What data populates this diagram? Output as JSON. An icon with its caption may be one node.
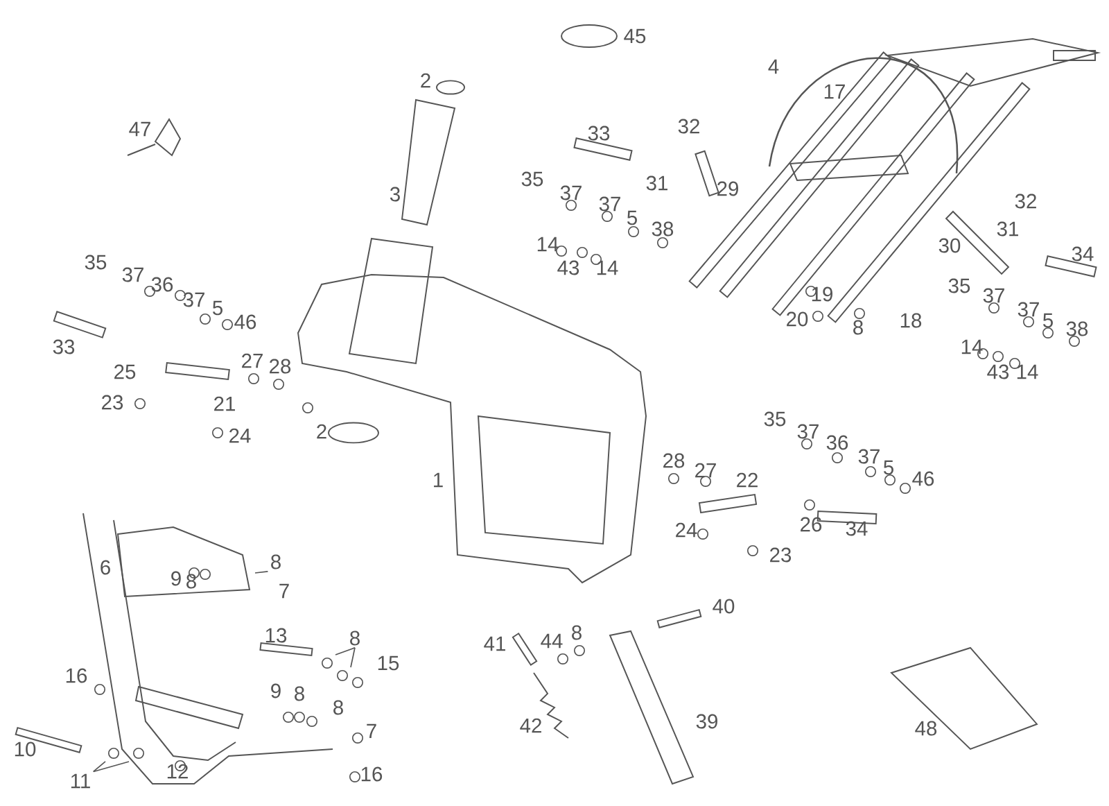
{
  "diagram": {
    "nodes": [
      {
        "text": [
          "8"
        ]
      },
      {
        "text": [
          "8"
        ]
      },
      {
        "text": [
          "11"
        ]
      }
    ],
    "edges": [
      {
        "from": 0,
        "to": null,
        "arrow": "none"
      },
      {
        "from": 1,
        "to": null,
        "arrow": "none"
      },
      {
        "from": 1,
        "to": null,
        "arrow": "none"
      },
      {
        "from": 2,
        "to": null,
        "arrow": "none"
      },
      {
        "from": 2,
        "to": null,
        "arrow": "none"
      }
    ],
    "labels": [
      "45",
      "2",
      "4",
      "17",
      "47",
      "33",
      "32",
      "35",
      "31",
      "3",
      "37",
      "29",
      "37",
      "32",
      "5",
      "38",
      "31",
      "14",
      "30",
      "35",
      "34",
      "37",
      "36",
      "43",
      "14",
      "35",
      "37",
      "5",
      "46",
      "20",
      "19",
      "8",
      "18",
      "37",
      "37",
      "5",
      "38",
      "33",
      "14",
      "25",
      "27",
      "28",
      "43",
      "14",
      "23",
      "21",
      "35",
      "24",
      "2",
      "37",
      "36",
      "28",
      "27",
      "37",
      "5",
      "1",
      "22",
      "46",
      "24",
      "26",
      "34",
      "23",
      "6",
      "9",
      "8",
      "7",
      "40",
      "13",
      "41",
      "44",
      "8",
      "15",
      "16",
      "9",
      "8",
      "8",
      "7",
      "42",
      "39",
      "48",
      "10",
      "12",
      "16"
    ]
  }
}
